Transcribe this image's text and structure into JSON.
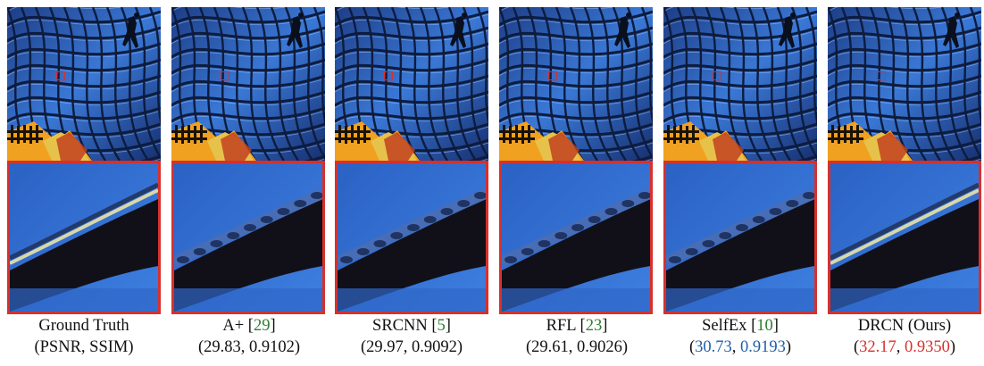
{
  "panels": [
    {
      "method": "Ground Truth",
      "cite": "",
      "metrics": "(PSNR, SSIM)",
      "psnr": "",
      "ssim": "",
      "highlight": "none",
      "quality": "sharp"
    },
    {
      "method": "A+",
      "cite": "29",
      "metrics": "",
      "psnr": "29.83",
      "ssim": "0.9102",
      "highlight": "none",
      "quality": "dots"
    },
    {
      "method": "SRCNN",
      "cite": "5",
      "metrics": "",
      "psnr": "29.97",
      "ssim": "0.9092",
      "highlight": "none",
      "quality": "dots"
    },
    {
      "method": "RFL",
      "cite": "23",
      "metrics": "",
      "psnr": "29.61",
      "ssim": "0.9026",
      "highlight": "none",
      "quality": "dots"
    },
    {
      "method": "SelfEx",
      "cite": "10",
      "metrics": "",
      "psnr": "30.73",
      "ssim": "0.9193",
      "highlight": "second",
      "quality": "dots"
    },
    {
      "method": "DRCN (Ours)",
      "cite": "",
      "metrics": "",
      "psnr": "32.17",
      "ssim": "0.9350",
      "highlight": "best",
      "quality": "sharp"
    }
  ],
  "colors": {
    "crop_border": "#d7302c",
    "best": "#d7302c",
    "second": "#1f5fa8",
    "citation": "#2e7d32"
  }
}
